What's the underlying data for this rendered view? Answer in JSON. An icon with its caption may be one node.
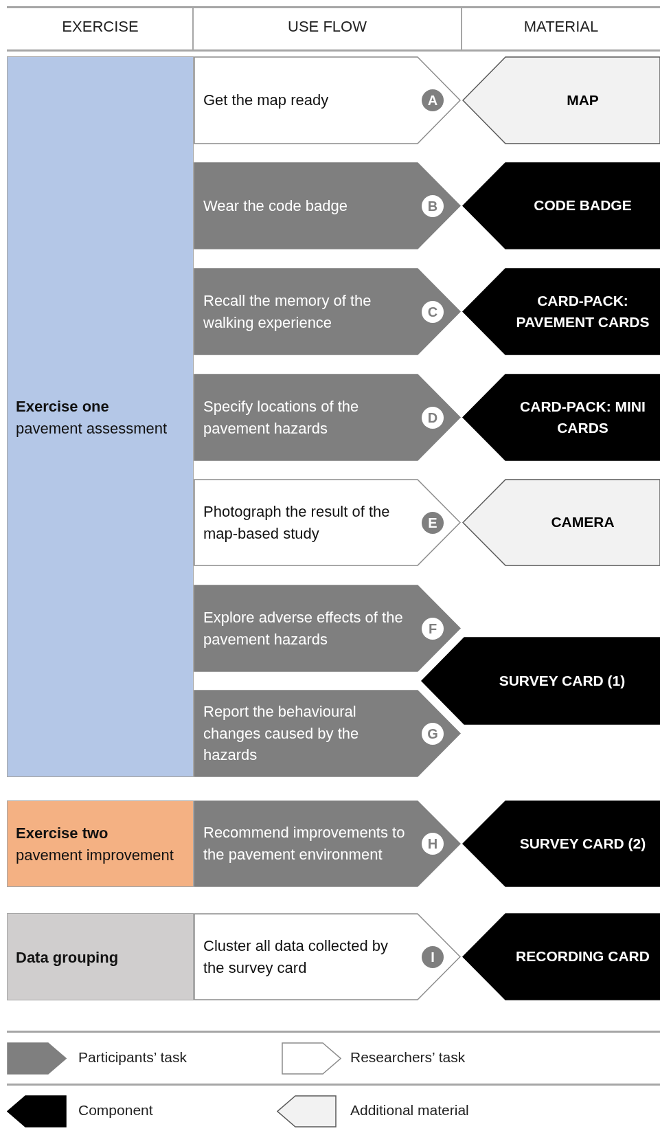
{
  "diagram": {
    "nodes": [
      {
        "text": [
          "Exercise one",
          "pavement assessment"
        ]
      },
      {
        "text": [
          "Get the map ready",
          "A"
        ]
      },
      {
        "text": [
          "MAP"
        ]
      },
      {
        "text": [
          "Wear the code badge",
          "B"
        ]
      },
      {
        "text": [
          "CODE BADGE"
        ]
      },
      {
        "text": [
          "Recall the memory of the walking experience",
          "C"
        ]
      },
      {
        "text": [
          "CARD-PACK: PAVEMENT CARDS"
        ]
      },
      {
        "text": [
          "Specify locations of the pavement hazards",
          "D"
        ]
      },
      {
        "text": [
          "CARD-PACK: MINI CARDS"
        ]
      },
      {
        "text": [
          "Photograph the result of the map-based study",
          "E"
        ]
      },
      {
        "text": [
          "CAMERA"
        ]
      },
      {
        "text": [
          "Explore adverse effects of the pavement hazards",
          "F"
        ]
      },
      {
        "text": [
          "SURVEY CARD (1)"
        ]
      },
      {
        "text": [
          "Report the behavioural changes caused by the hazards",
          "G"
        ]
      },
      {
        "text": [
          "Exercise two",
          "pavement improvement"
        ]
      },
      {
        "text": [
          "Recommend improvements to the pavement environment",
          "H"
        ]
      },
      {
        "text": [
          "SURVEY CARD (2)"
        ]
      },
      {
        "text": [
          "Data grouping"
        ]
      },
      {
        "text": [
          "Cluster all data collected by the survey card",
          "I"
        ]
      },
      {
        "text": [
          "RECORDING CARD"
        ]
      }
    ],
    "labels": [
      "EXERCISE",
      "USE FLOW",
      "MATERIAL"
    ],
    "legend": [
      {
        "text": "Participants’ task"
      },
      {
        "text": "Researchers’ task"
      },
      {
        "text": "Component"
      },
      {
        "text": "Additional material"
      }
    ]
  }
}
